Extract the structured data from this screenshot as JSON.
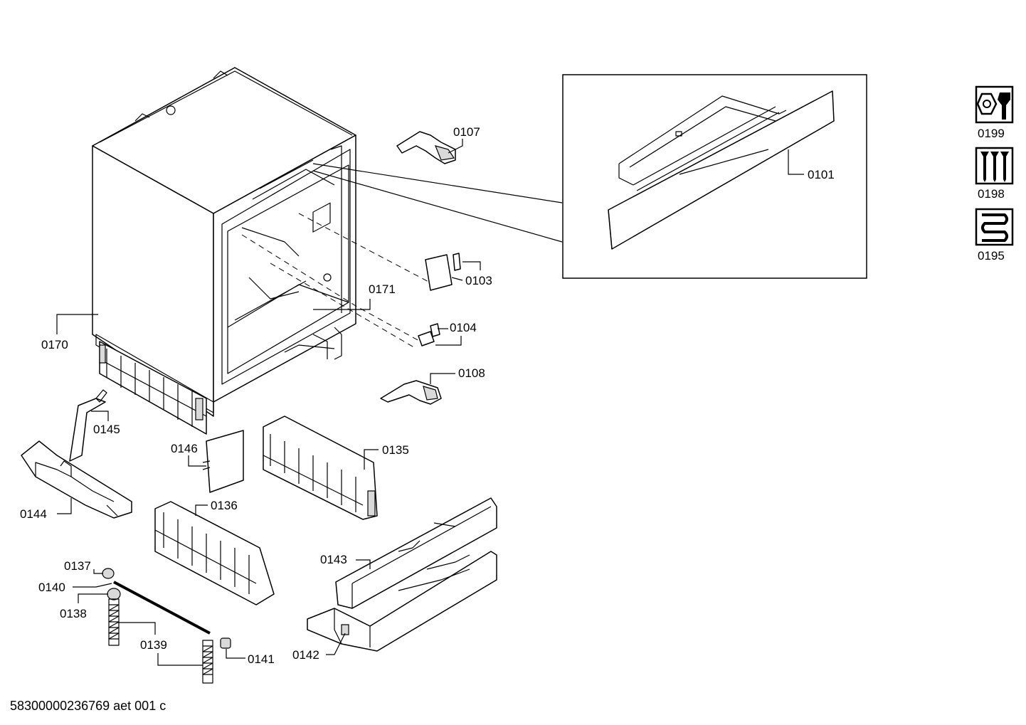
{
  "labels": {
    "p0101": "0101",
    "p0103": "0103",
    "p0104": "0104",
    "p0107": "0107",
    "p0108": "0108",
    "p0135": "0135",
    "p0136": "0136",
    "p0137": "0137",
    "p0138": "0138",
    "p0139": "0139",
    "p0140": "0140",
    "p0141": "0141",
    "p0142": "0142",
    "p0143": "0143",
    "p0144": "0144",
    "p0145": "0145",
    "p0146": "0146",
    "p0170": "0170",
    "p0171": "0171",
    "p0195": "0195",
    "p0198": "0198",
    "p0199": "0199"
  },
  "footer": {
    "code": "58300000236769 aet 001 c"
  },
  "icons": {
    "i0199": "tool-kit-icon",
    "i0198": "screws-icon",
    "i0195": "hose-icon"
  }
}
